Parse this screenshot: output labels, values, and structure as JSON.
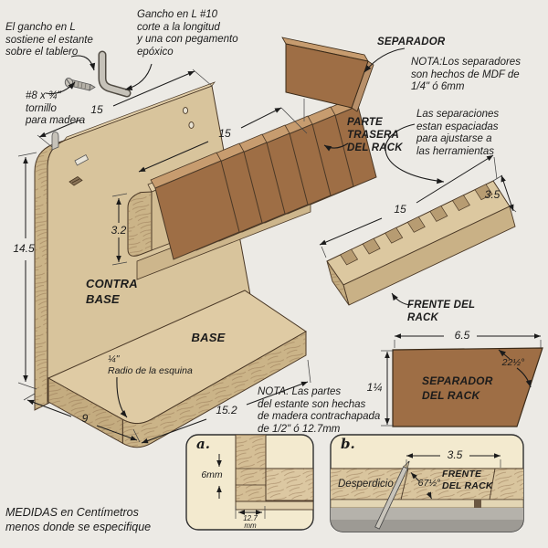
{
  "annotations": {
    "hook_left": "El gancho en L\nsostiene el estante\nsobre el tablero",
    "hook_top": "Gancho en L #10\ncorte a la longitud\ny una con pegamento\nepóxico",
    "screw_note": "#8 x ¾\"\ntornillo\npara madera",
    "separator_note": "NOTA:Los separadores\nson hechos de MDF de\n1/4\" ó 6mm",
    "spacing_note": "Las separaciones\nestan espaciadas\npara ajustarse a\nlas herramientas",
    "plywood_note": "NOTA: Las partes\ndel estante son hechas\nde madera contrachapada\nde 1/2\" ó 12.7mm",
    "corner_radius": "¼\"\nRadio de la esquina",
    "units_note": "MEDIDAS en Centímetros\nmenos donde se especifique",
    "desperdicio": "Desperdicio"
  },
  "part_labels": {
    "separador": "SEPARADOR",
    "parte_trasera": "PARTE\nTRASERA\nDEL RACK",
    "contra_base": "CONTRA\nBASE",
    "base": "BASE",
    "frente": "FRENTE DEL\nRACK",
    "frente_inset": "FRENTE\nDEL RACK",
    "separador_del_rack": "SEPARADOR\nDEL RACK"
  },
  "dimensions": {
    "top_width": "15",
    "rack_offset": "15",
    "height": "14.5",
    "rack_rail_height": "3.2",
    "base_depth": "9",
    "base_length": "15.2",
    "frente_length": "15",
    "frente_width": "3.5",
    "sep_width": "6.5",
    "sep_height": "1¼",
    "sep_angle": "22½°",
    "notch_depth": "6mm",
    "notch_width": "12.7\nmm",
    "cut_angle": "67½°",
    "cut_width": "3.5"
  },
  "insets": {
    "a_label": "a.",
    "b_label": "b."
  },
  "rack": {
    "separators_in_assembly": 7,
    "frente_notches": 7
  },
  "colors": {
    "background": "#ECEAE5",
    "wood_light": "#D8C49C",
    "wood_top": "#DFCBA4",
    "wood_edge_grain": "#CBB488",
    "separator_brown": "#9E6E45",
    "separator_edge": "#C79C6F",
    "outline": "#4A3826",
    "inset_background": "#F3EACF",
    "metal_gray": "#C6C2B9",
    "text": "#1B1B1B"
  }
}
